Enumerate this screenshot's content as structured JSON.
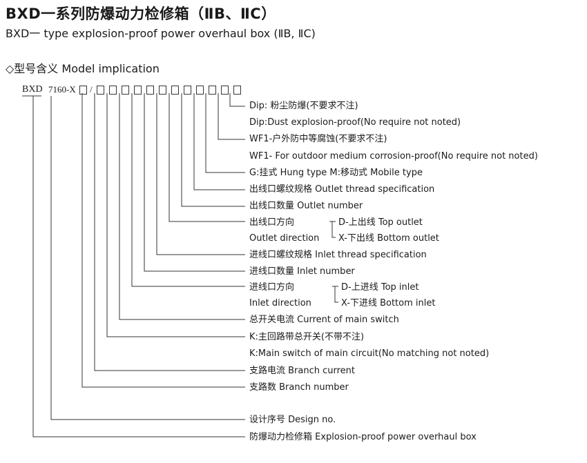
{
  "title": "BXD一系列防爆动力检修箱（ⅡB、ⅡC）",
  "subtitle": "BXD一 type explosion-proof power overhaul box (ⅡB, ⅡC)",
  "section": "◇型号含义 Model implication",
  "code": {
    "prefix": "BXD",
    "number": "7160-X",
    "slash": "/"
  },
  "labels": {
    "dip_zh": "Dip: 粉尘防爆(不要求不注)",
    "dip_en": "Dip:Dust explosion-proof(No require not noted)",
    "wf1_zh": "WF1-户外防中等腐蚀(不要求不注)",
    "wf1_en": "WF1- For outdoor medium corrosion-proof(No require not noted)",
    "mount": "G:挂式 Hung type  M:移动式 Mobile type",
    "outlet_thread": "出线口螺纹规格 Outlet thread specification",
    "outlet_number": "出线口数量 Outlet number",
    "outlet_dir_zh": "出线口方向",
    "outlet_dir_en": "Outlet direction",
    "outlet_d": "D-上出线 Top outlet",
    "outlet_x": "X-下出线 Bottom outlet",
    "inlet_thread": "进线口螺纹规格 Inlet thread specification",
    "inlet_number": "进线口数量 Inlet number",
    "inlet_dir_zh": "进线口方向",
    "inlet_dir_en": "Inlet direction",
    "inlet_d": "D-上进线 Top inlet",
    "inlet_x": "X-下进线 Bottom inlet",
    "main_current": "总开关电流 Current of main switch",
    "k_zh": "K:主回路带总开关(不带不注)",
    "k_en": "K:Main switch of main circuit(No matching not noted)",
    "branch_current": "支路电流 Branch current",
    "branch_number": "支路数 Branch number",
    "design_no": "设计序号 Design no.",
    "box_name": "防爆动力检修箱 Explosion-proof power overhaul box"
  }
}
